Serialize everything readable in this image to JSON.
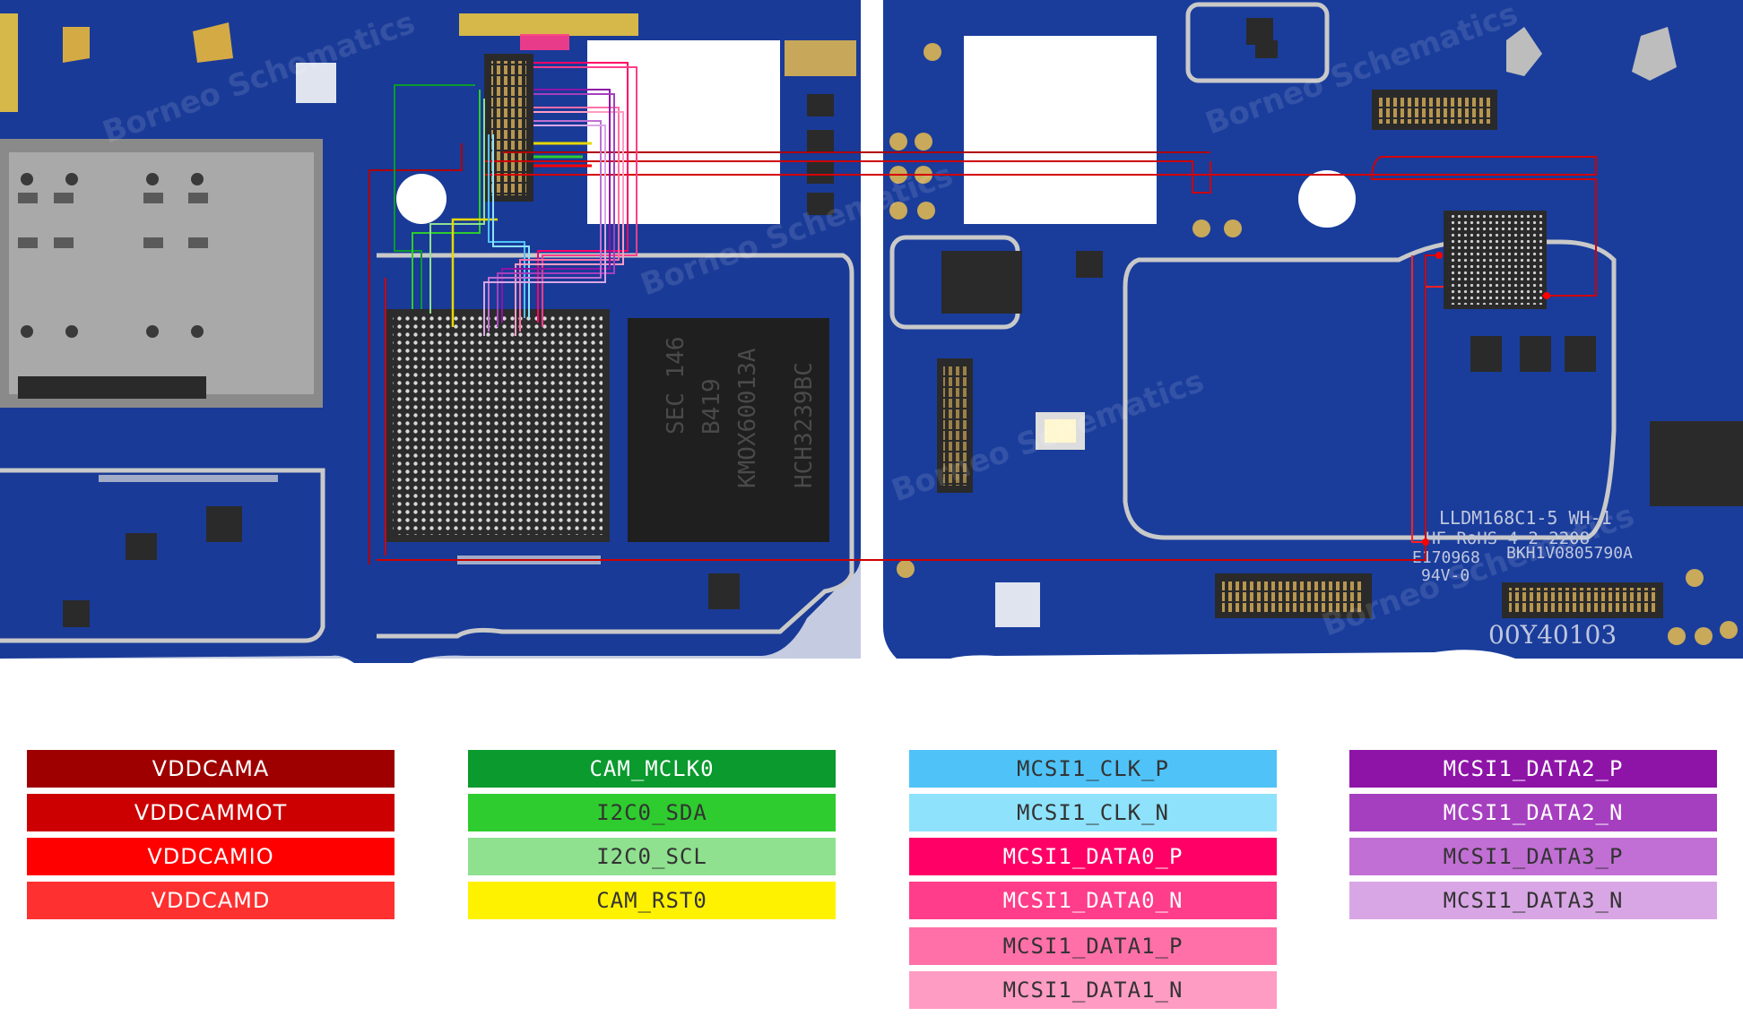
{
  "board": {
    "silkscreen": {
      "model": "LLDM168C1-5 WH-1",
      "rohs": "HF RoHS 4-2 2208",
      "cert": "E170968",
      "rating": "94V-0",
      "lot": "BKH1V0805790A",
      "serial": "00Y40103",
      "ram_chip_1": "SEC 146",
      "ram_chip_2": "B419",
      "ram_chip_3": "KMOX60013A",
      "ram_chip_4": "HCH3239BC"
    },
    "watermark": "Borneo Schematics"
  },
  "legend": [
    {
      "label": "VDDCAMA",
      "color": "#9e0000",
      "text_color": "#ffffff"
    },
    {
      "label": "VDDCAMMOT",
      "color": "#cc0000",
      "text_color": "#ffffff"
    },
    {
      "label": "VDDCAMIO",
      "color": "#ff0000",
      "text_color": "#ffffff"
    },
    {
      "label": "VDDCAMD",
      "color": "#ff3030",
      "text_color": "#ffffff"
    },
    {
      "label": "CAM_MCLK0",
      "color": "#0a9a2e",
      "text_color": "#ffffff"
    },
    {
      "label": "I2C0_SDA",
      "color": "#2ecc2e",
      "text_color": "#333333"
    },
    {
      "label": "I2C0_SCL",
      "color": "#8fe08f",
      "text_color": "#333333"
    },
    {
      "label": "CAM_RST0",
      "color": "#fff200",
      "text_color": "#333333"
    },
    {
      "label": "MCSI1_CLK_P",
      "color": "#4fc3f7",
      "text_color": "#333333"
    },
    {
      "label": "MCSI1_CLK_N",
      "color": "#8ee2fb",
      "text_color": "#333333"
    },
    {
      "label": "MCSI1_DATA0_P",
      "color": "#ff0066",
      "text_color": "#ffffff"
    },
    {
      "label": "MCSI1_DATA0_N",
      "color": "#ff3d8a",
      "text_color": "#ffffff"
    },
    {
      "label": "MCSI1_DATA1_P",
      "color": "#ff70a8",
      "text_color": "#333333"
    },
    {
      "label": "MCSI1_DATA1_N",
      "color": "#ff9cc4",
      "text_color": "#333333"
    },
    {
      "label": "MCSI1_DATA2_P",
      "color": "#8e14a8",
      "text_color": "#ffffff"
    },
    {
      "label": "MCSI1_DATA2_N",
      "color": "#a63fbf",
      "text_color": "#ffffff"
    },
    {
      "label": "MCSI1_DATA3_P",
      "color": "#c16fd4",
      "text_color": "#333333"
    },
    {
      "label": "MCSI1_DATA3_N",
      "color": "#d9a6e5",
      "text_color": "#333333"
    }
  ]
}
